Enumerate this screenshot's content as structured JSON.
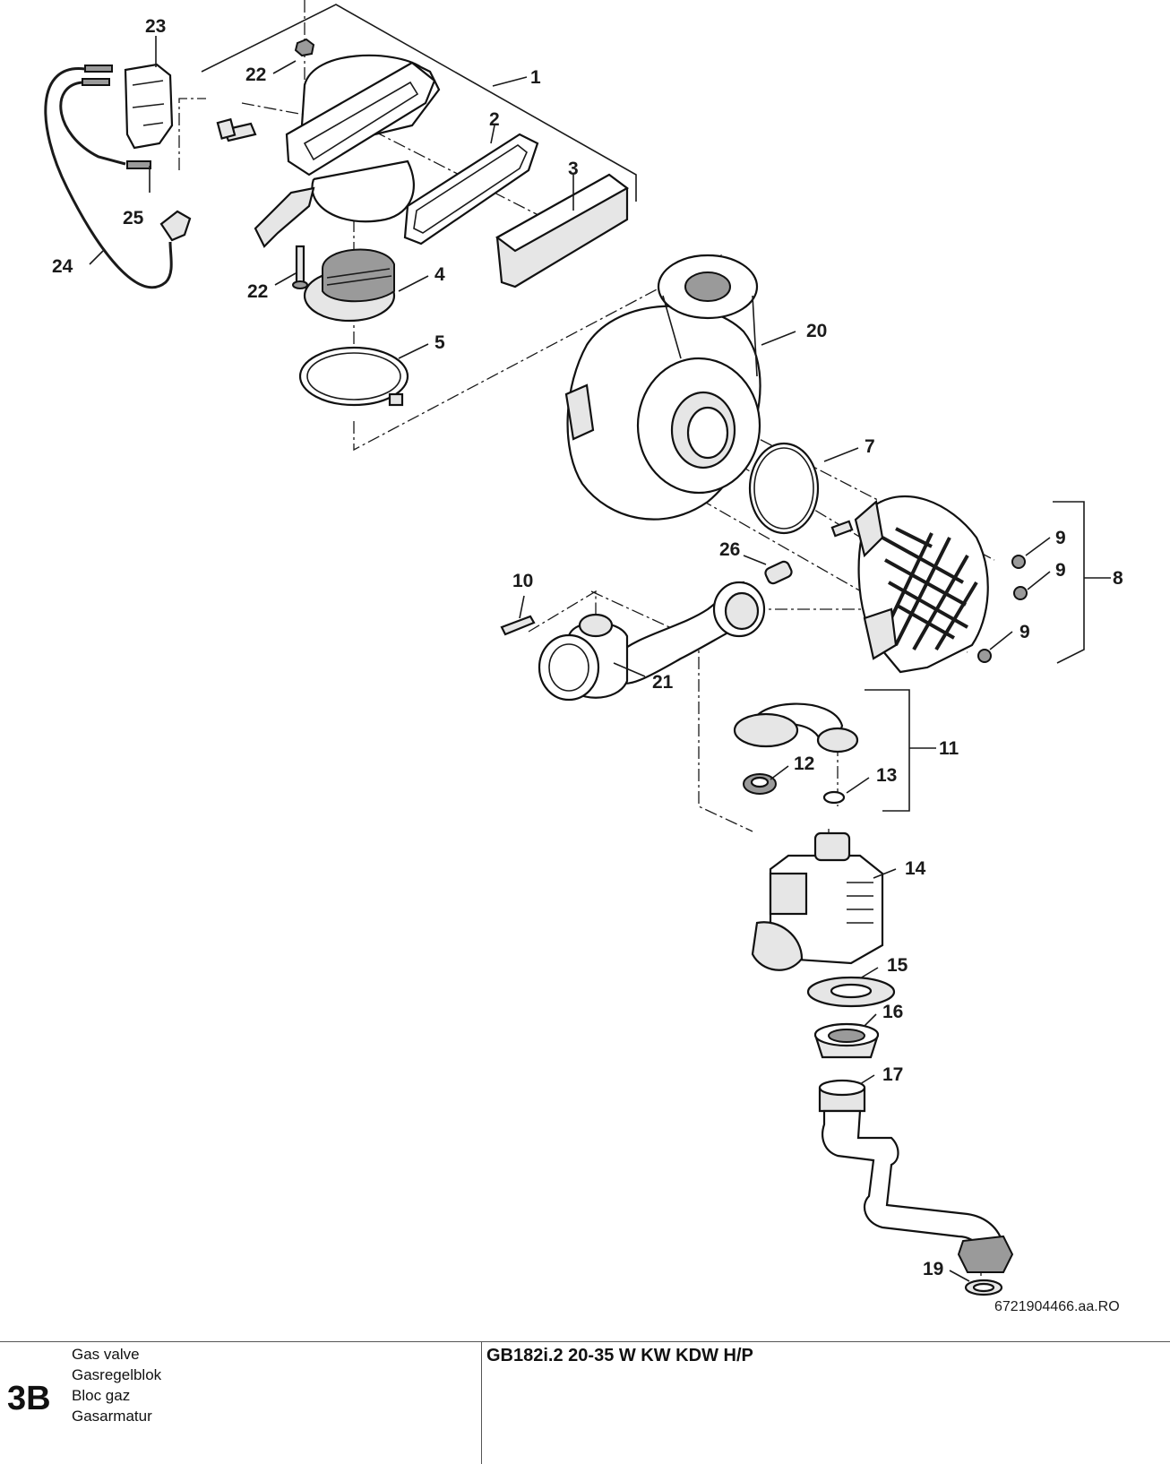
{
  "diagram": {
    "callouts": [
      {
        "id": "c1",
        "text": "1"
      },
      {
        "id": "c2",
        "text": "2"
      },
      {
        "id": "c3",
        "text": "3"
      },
      {
        "id": "c4",
        "text": "4"
      },
      {
        "id": "c5",
        "text": "5"
      },
      {
        "id": "c7",
        "text": "7"
      },
      {
        "id": "c8",
        "text": "8"
      },
      {
        "id": "c9a",
        "text": "9"
      },
      {
        "id": "c9b",
        "text": "9"
      },
      {
        "id": "c9c",
        "text": "9"
      },
      {
        "id": "c10",
        "text": "10"
      },
      {
        "id": "c11",
        "text": "11"
      },
      {
        "id": "c12",
        "text": "12"
      },
      {
        "id": "c13",
        "text": "13"
      },
      {
        "id": "c14",
        "text": "14"
      },
      {
        "id": "c15",
        "text": "15"
      },
      {
        "id": "c16",
        "text": "16"
      },
      {
        "id": "c17",
        "text": "17"
      },
      {
        "id": "c19",
        "text": "19"
      },
      {
        "id": "c20",
        "text": "20"
      },
      {
        "id": "c21",
        "text": "21"
      },
      {
        "id": "c22a",
        "text": "22"
      },
      {
        "id": "c22b",
        "text": "22"
      },
      {
        "id": "c23",
        "text": "23"
      },
      {
        "id": "c24",
        "text": "24"
      },
      {
        "id": "c25",
        "text": "25"
      },
      {
        "id": "c26",
        "text": "26"
      }
    ],
    "drawing_ref": "6721904466.aa.RO"
  },
  "footer": {
    "section_code": "3B",
    "names": [
      "Gas valve",
      "Gasregelblok",
      "Bloc gaz",
      "Gasarmatur"
    ],
    "model": "GB182i.2 20-35 W KW KDW H/P"
  }
}
